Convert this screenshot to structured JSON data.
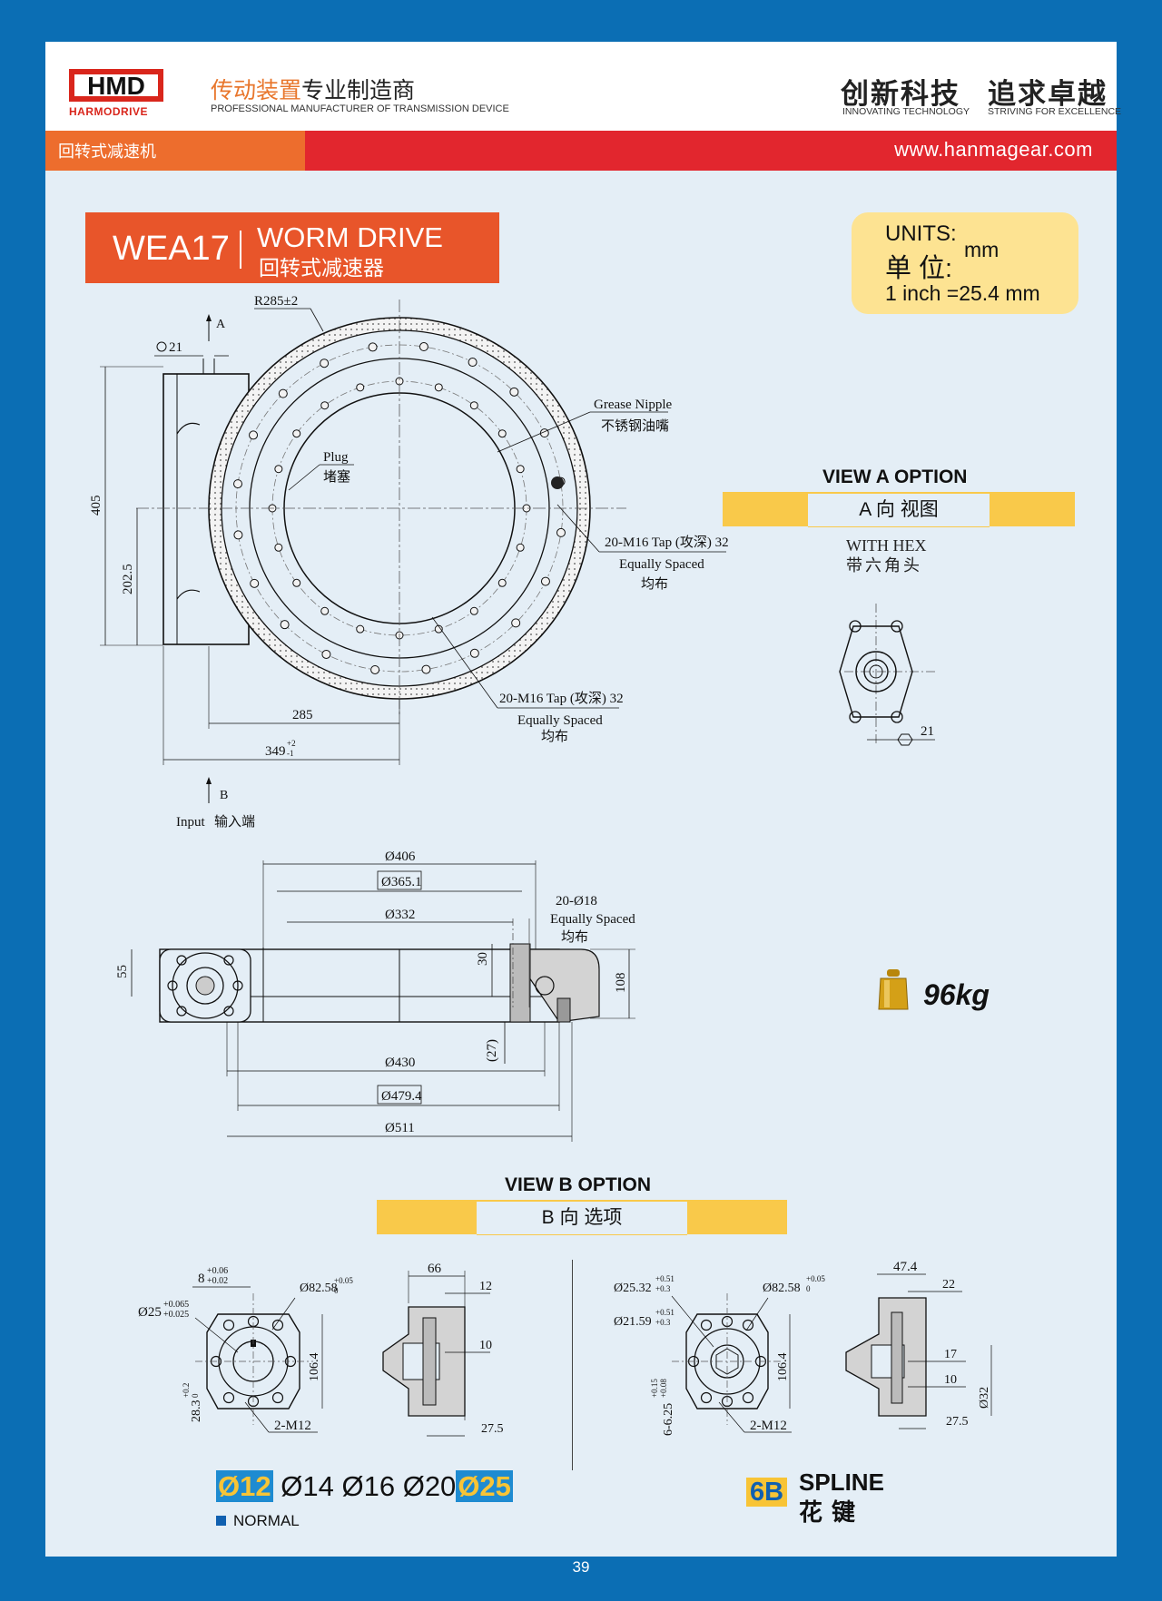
{
  "header": {
    "logo_text": "HMD",
    "logo_sub": "HARMODRIVE",
    "tagline_cn_a": "传动装置",
    "tagline_cn_b": "专业制造商",
    "tagline_en": "PROFESSIONAL MANUFACTURER OF TRANSMISSION DEVICE",
    "slogan1_cn": "创新科技",
    "slogan1_en": "INNOVATING TECHNOLOGY",
    "slogan2_cn": "追求卓越",
    "slogan2_en": "STRIVING FOR EXCELLENCE",
    "band_label": "回转式减速机",
    "website": "www.hanmagear.com"
  },
  "product": {
    "model": "WEA17",
    "title_en": "WORM DRIVE",
    "title_cn": "回转式减速器"
  },
  "units": {
    "label_en": "UNITS:",
    "label_cn": "单 位:",
    "value": "mm",
    "conversion": "1 inch =25.4 mm"
  },
  "view_a": {
    "title": "VIEW A OPTION",
    "subtitle": "A 向 视图",
    "hex_en": "WITH HEX",
    "hex_cn": "带六角头",
    "hex_size": "21"
  },
  "top_view": {
    "radius": "R285±2",
    "hex": "21",
    "a_mark": "A",
    "b_mark": "B",
    "grease_en": "Grease Nipple",
    "grease_cn": "不锈钢油嘴",
    "plug_en": "Plug",
    "plug_cn": "堵塞",
    "tap1": "20-M16 Tap (攻深) 32",
    "tap1_spaced": "Equally Spaced",
    "tap1_cn": "均布",
    "tap2": "20-M16 Tap (攻深) 32",
    "tap2_spaced": "Equally Spaced",
    "tap2_cn": "均布",
    "dim_405": "405",
    "dim_2025": "202.5",
    "dim_285": "285",
    "dim_349": "349",
    "dim_349_tol_up": "+2",
    "dim_349_tol_dn": "-1",
    "input_en": "Input",
    "input_cn": "输入端"
  },
  "section_view": {
    "d406": "Ø406",
    "d3651": "Ø365.1",
    "d332": "Ø332",
    "holes": "20-Ø18",
    "holes_spaced": "Equally Spaced",
    "holes_cn": "均布",
    "h55": "55",
    "h30": "30",
    "h108": "108",
    "h27": "(27)",
    "d430": "Ø430",
    "d4794": "Ø479.4",
    "d511": "Ø511"
  },
  "weight": "96kg",
  "view_b": {
    "title": "VIEW B OPTION",
    "subtitle": "B 向 选项",
    "left": {
      "key_w": "8",
      "key_w_tol_up": "+0.06",
      "key_w_tol_dn": "+0.02",
      "bore": "Ø25",
      "bore_tol_up": "+0.065",
      "bore_tol_dn": "+0.025",
      "pilot": "Ø82.58",
      "pilot_tol_up": "+0.05",
      "pilot_tol_dn": "0",
      "h1064": "106.4",
      "key_h": "28.3",
      "key_h_tol_up": "+0.2",
      "key_h_tol_dn": "0",
      "thread": "2-M12",
      "side_66": "66",
      "side_12": "12",
      "side_10": "10",
      "side_275": "27.5"
    },
    "right": {
      "d2532": "Ø25.32",
      "d2532_tol_up": "+0.51",
      "d2532_tol_dn": "+0.3",
      "d2159": "Ø21.59",
      "d2159_tol_up": "+0.51",
      "d2159_tol_dn": "+0.3",
      "pilot": "Ø82.58",
      "pilot_tol_up": "+0.05",
      "pilot_tol_dn": "0",
      "h1064": "106.4",
      "spline_w": "6-6.25",
      "spline_w_tol_up": "+0.15",
      "spline_w_tol_dn": "+0.08",
      "thread": "2-M12",
      "side_474": "47.4",
      "side_22": "22",
      "side_17": "17",
      "side_10": "10",
      "side_275": "27.5",
      "side_d32": "Ø32"
    },
    "options": [
      "Ø12",
      "Ø14",
      "Ø16",
      "Ø20",
      "Ø25"
    ],
    "normal_label": "NORMAL",
    "spline_badge": "6B",
    "spline_en": "SPLINE",
    "spline_cn": "花键"
  },
  "page_number": "39"
}
